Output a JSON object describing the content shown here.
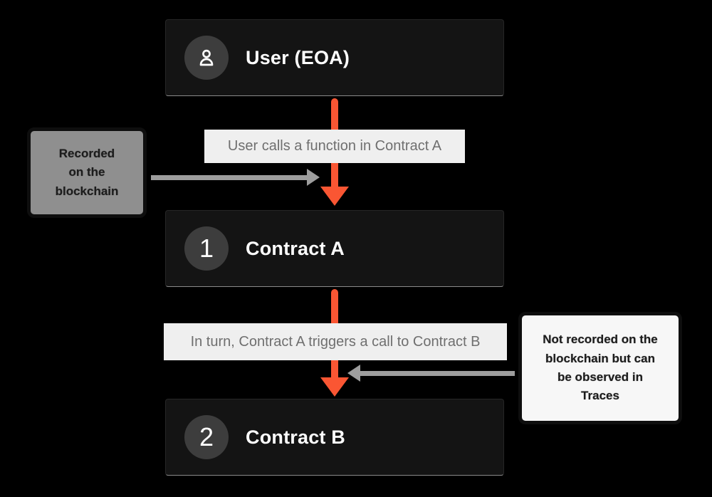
{
  "colors": {
    "background": "#000000",
    "node_bg": "#141414",
    "node_circle": "#3d3d3d",
    "node_text": "#ffffff",
    "label_bg": "#efefef",
    "label_text": "#6f6f6f",
    "arrow_orange": "#fa5633",
    "arrow_gray": "#9d9d9d",
    "note_left_bg": "#8f8f8f",
    "note_right_bg": "#f7f7f7",
    "note_border": "#0e0e0e",
    "note_text": "#1c1c1c"
  },
  "nodes": {
    "user": {
      "label": "User (EOA)",
      "icon": "user-icon"
    },
    "contract_a": {
      "label": "Contract A",
      "badge": "1"
    },
    "contract_b": {
      "label": "Contract B",
      "badge": "2"
    }
  },
  "edges": {
    "user_to_a": {
      "label": "User calls a function in Contract A"
    },
    "a_to_b": {
      "label": "In turn, Contract A triggers a call to Contract B"
    }
  },
  "notes": {
    "left": {
      "text": "Recorded\non the\nblockchain"
    },
    "right": {
      "text": "Not recorded on the\nblockchain but can\nbe observed in\nTraces"
    }
  }
}
